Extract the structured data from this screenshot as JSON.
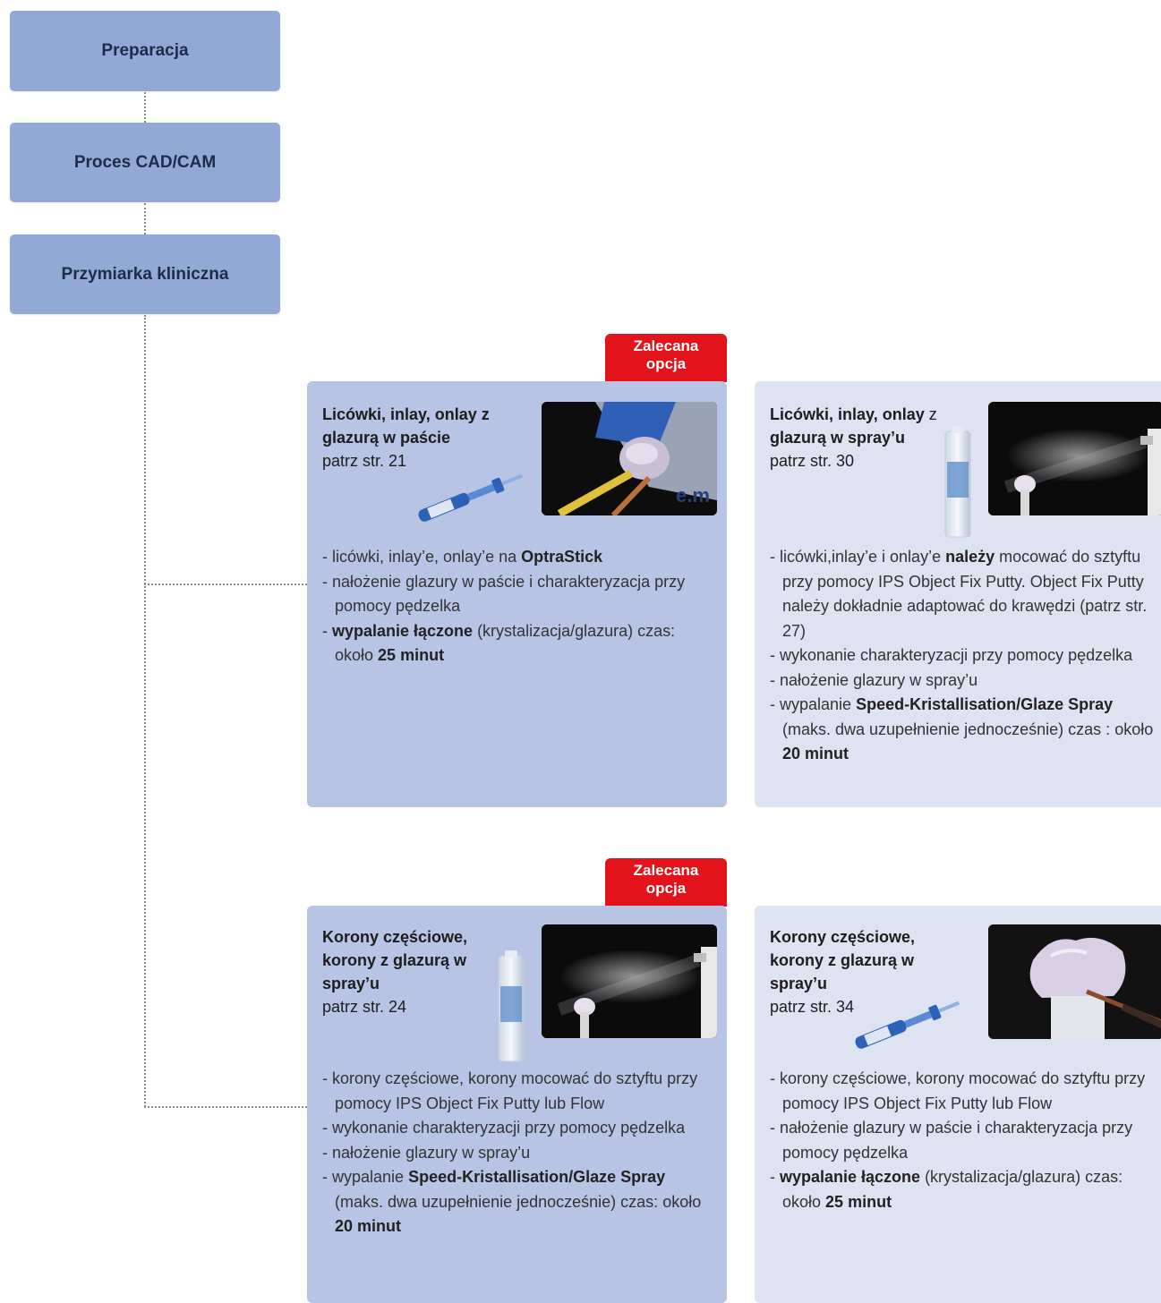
{
  "steps": [
    {
      "label": "Preparacja"
    },
    {
      "label": "Proces CAD/CAM"
    },
    {
      "label": "Przymiarka kliniczna"
    }
  ],
  "badge_text": [
    "Zalecana",
    "opcja"
  ],
  "colors": {
    "step_box": "#92a9d6",
    "card_recommended": "#b7c4e3",
    "card_alternative": "#dde3f1",
    "badge": "#e3131b",
    "connector": "#888888"
  },
  "cards": [
    {
      "title_bold": "Licówki, inlay, onlay z glazurą w paście",
      "page_ref": "patrz str. 21",
      "product_icon": "syringe-icon",
      "photo_icon": "optrastick-restoration-photo",
      "items": [
        {
          "pre": "licówki, inlay’e, onlay’e na ",
          "bold": "OptraStick",
          "post": ""
        },
        {
          "pre": "nałożenie glazury w paście i charakteryzacja przy pomocy pędzelka",
          "bold": "",
          "post": ""
        },
        {
          "pre": "",
          "bold": "wypalanie łączone",
          "post": " (krystalizacja/glazura) czas: około ",
          "bold2": "25 minut"
        }
      ]
    },
    {
      "title_bold": "Licówki, inlay, onlay",
      "title_normal": " z ",
      "title_bold2": "glazurą w spray’u",
      "page_ref": "patrz str. 30",
      "product_icon": "spray-can-icon",
      "photo_icon": "glaze-spray-photo",
      "items": [
        {
          "pre": "licówki,inlay’e i onlay’e ",
          "bold": "należy",
          "post": " mocować do sztyftu przy pomocy IPS Object Fix Putty. Object Fix Putty należy dokładnie adaptować do krawędzi (patrz str. 27)"
        },
        {
          "pre": "wykonanie charakteryzacji przy pomocy pędzelka",
          "bold": "",
          "post": ""
        },
        {
          "pre": "nałożenie glazury w spray’u",
          "bold": "",
          "post": ""
        },
        {
          "pre": "wypalanie ",
          "bold": "Speed-Kristallisation/Glaze Spray",
          "post": " (maks. dwa uzupełnienie jednocześnie) czas : około ",
          "bold2": "20 minut"
        }
      ]
    },
    {
      "title_bold": "Korony częściowe, korony z glazurą w spray’u",
      "page_ref": "patrz str. 24",
      "product_icon": "spray-can-icon",
      "photo_icon": "glaze-spray-photo",
      "items": [
        {
          "pre": "korony częściowe, korony mocować do sztyftu przy pomocy IPS Object Fix Putty lub Flow",
          "bold": "",
          "post": ""
        },
        {
          "pre": "wykonanie charakteryzacji przy pomocy pędzelka",
          "bold": "",
          "post": ""
        },
        {
          "pre": "nałożenie glazury w spray’u",
          "bold": "",
          "post": ""
        },
        {
          "pre": "wypalanie ",
          "bold": "Speed-Kristallisation/Glaze Spray",
          "post": " (maks. dwa uzupełnienie jednocześnie) czas: około ",
          "bold2": "20 minut"
        }
      ]
    },
    {
      "title_bold": "Korony częściowe, korony z glazurą w spray’u",
      "page_ref": "patrz str. 34",
      "product_icon": "syringe-icon",
      "photo_icon": "crown-brush-photo",
      "items": [
        {
          "pre": "korony częściowe, korony mocować do sztyftu przy pomocy IPS Object Fix Putty lub Flow",
          "bold": "",
          "post": ""
        },
        {
          "pre": "nałożenie glazury w paście i charakteryzacja przy pomocy pędzelka",
          "bold": "",
          "post": ""
        },
        {
          "pre": "",
          "bold": "wypalanie łączone",
          "post": " (krystalizacja/glazura) czas: około ",
          "bold2": "25 minut"
        }
      ]
    }
  ]
}
